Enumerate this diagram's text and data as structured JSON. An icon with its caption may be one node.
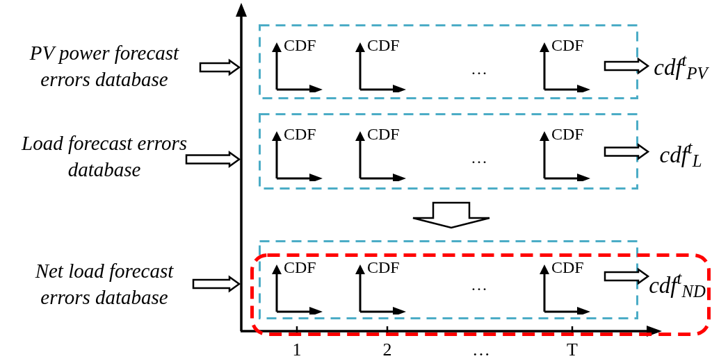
{
  "diagram": {
    "nodes": [
      {
        "text": [
          "PV power forecast errors database"
        ]
      },
      {
        "text": [
          "CDF",
          "CDF",
          "…",
          "CDF"
        ]
      },
      {
        "text": [
          "*cdf*$^{t}$$_{PV}$"
        ]
      },
      {
        "text": [
          "Load forecast errors database"
        ]
      },
      {
        "text": [
          "CDF",
          "CDF",
          "…",
          "CDF"
        ]
      },
      {
        "text": [
          "*cdf*$^{t}$$_{L}$"
        ]
      },
      {
        "text": [
          "Net load forecast errors database"
        ]
      },
      {
        "text": [
          "CDF",
          "CDF",
          "…",
          "CDF"
        ]
      },
      {
        "text": [],
        "shape": "box"
      },
      {
        "text": [
          "*cdf*$^{t}$$_{ND}$"
        ],
        "in": 8
      }
    ],
    "edges": [
      {
        "from": 0,
        "to": 1,
        "arrow": "to"
      },
      {
        "from": 1,
        "to": 2,
        "arrow": "to"
      },
      {
        "from": 3,
        "to": 4,
        "arrow": "to"
      },
      {
        "from": 4,
        "to": 5,
        "arrow": "to"
      },
      {
        "from": 4,
        "to": 7,
        "arrow": "to"
      },
      {
        "from": 6,
        "to": 7,
        "arrow": "to"
      },
      {
        "from": 7,
        "to": 9,
        "arrow": "to"
      }
    ],
    "labels": [
      "1",
      "2",
      "…",
      "T"
    ]
  }
}
